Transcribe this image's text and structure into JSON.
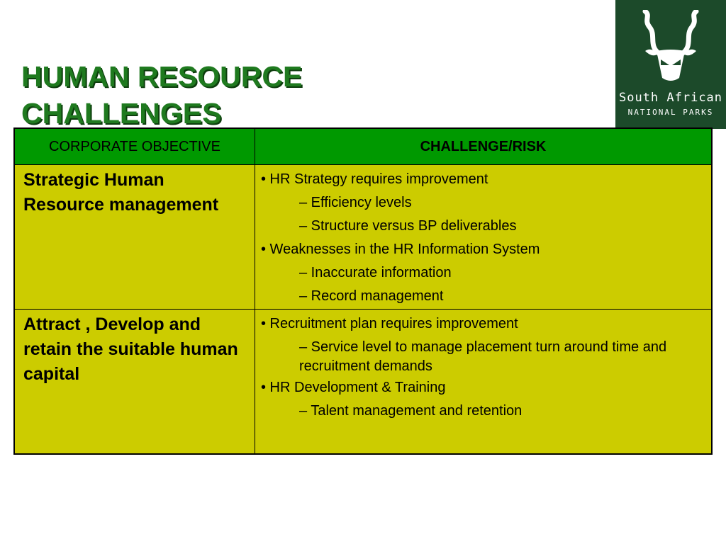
{
  "title": "HUMAN RESOURCE CHALLENGES",
  "logo": {
    "icon": "kudu-head-icon",
    "line1": "South African",
    "line2": "NATIONAL PARKS"
  },
  "table": {
    "headers": [
      "CORPORATE OBJECTIVE",
      "CHALLENGE/RISK"
    ],
    "rows": [
      {
        "objective": "Strategic Human Resource management",
        "items": [
          "• HR Strategy requires improvement",
          "– Efficiency levels",
          "– Structure versus BP deliverables",
          "• Weaknesses in the HR Information System",
          "– Inaccurate information",
          "– Record management"
        ]
      },
      {
        "objective": "Attract , Develop and retain the suitable human capital",
        "items": [
          "• Recruitment plan requires improvement",
          "– Service level to manage placement turn around time and recruitment demands",
          "• HR Development & Training",
          "– Talent management and retention"
        ]
      }
    ]
  },
  "colors": {
    "title": "#1f7a1f",
    "header_bg": "#009900",
    "cell_bg": "#cccc00",
    "logo_bg": "#1c4a2a"
  }
}
